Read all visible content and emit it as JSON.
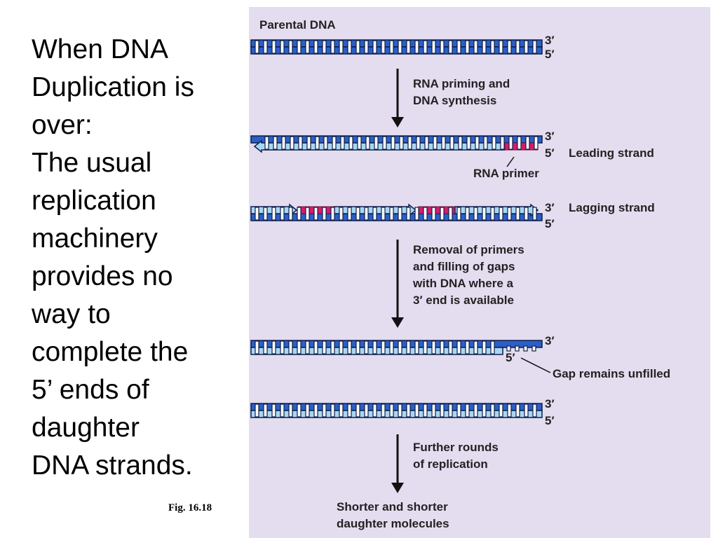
{
  "slide": {
    "body_lines": [
      "When DNA",
      "Duplication is",
      "over:",
      "The usual",
      "replication",
      "machinery",
      "provides no",
      "way to",
      "complete the",
      "5’ ends of",
      "daughter",
      "DNA strands."
    ],
    "caption": "Fig. 16.18"
  },
  "figure": {
    "title": "Parental DNA",
    "step1": [
      "RNA priming and",
      "DNA synthesis"
    ],
    "leading_label": "Leading strand",
    "rna_primer_label": "RNA primer",
    "lagging_label": "Lagging strand",
    "step2": [
      "Removal of primers",
      "and filling of gaps",
      "with DNA where a",
      "3′ end is available"
    ],
    "gap_label": "Gap remains unfilled",
    "step3": [
      "Further rounds",
      "of replication"
    ],
    "result": [
      "Shorter and shorter",
      "daughter molecules"
    ],
    "end_3": "3′",
    "end_5": "5′",
    "colors": {
      "panel": "#e4dcef",
      "parental_strand": "#2b5fc8",
      "new_strand": "#a9d7f3",
      "primer": "#d81b6a",
      "outline": "#0d1f4a"
    }
  }
}
